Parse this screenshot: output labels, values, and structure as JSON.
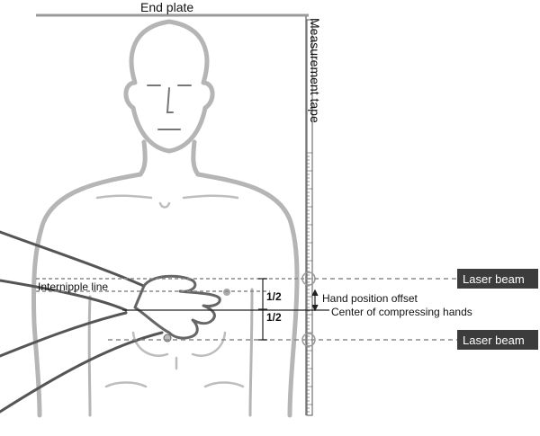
{
  "labels": {
    "end_plate": "End plate",
    "measurement_tape": "Measurement tape",
    "internipple_line": "Internipple line",
    "hand_position_offset": "Hand position offset",
    "center_of_compressing_hands": "Center of compressing hands",
    "half_top": "1/2",
    "half_bottom": "1/2",
    "laser_beam_top": "Laser beam",
    "laser_beam_bottom": "Laser beam"
  },
  "colors": {
    "outline": "#b5b5b5",
    "line": "#222222",
    "dashed": "#8a8a8a",
    "label_box": "#3c3c3c"
  }
}
